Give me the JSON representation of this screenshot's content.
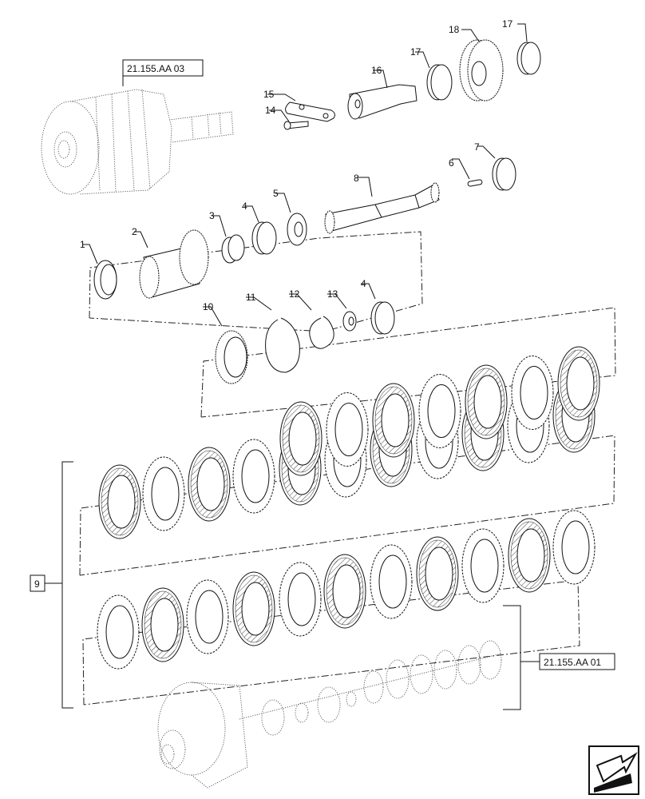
{
  "references": {
    "top_ref": "21.155.AA 03",
    "bottom_ref": "21.155.AA 01",
    "group_label": "9"
  },
  "callouts": {
    "c1": "1",
    "c2": "2",
    "c3": "3",
    "c4a": "4",
    "c4b": "4",
    "c5": "5",
    "c6": "6",
    "c7": "7",
    "c8": "8",
    "c10": "10",
    "c11": "11",
    "c12": "12",
    "c13": "13",
    "c14": "14",
    "c15": "15",
    "c16": "16",
    "c17a": "17",
    "c17b": "17",
    "c18": "18"
  },
  "icons": {
    "nav": "next-page-arrow-icon"
  }
}
